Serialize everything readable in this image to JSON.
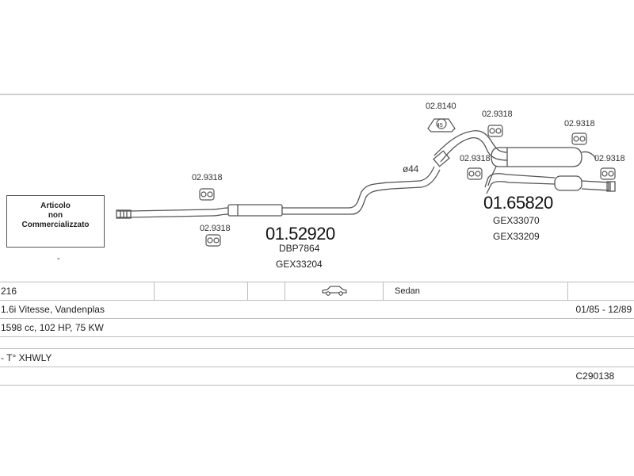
{
  "diagram": {
    "part_codes": {
      "clamp_left_top": "02.9318",
      "clamp_left_bottom": "02.9318",
      "rubber_ring": "02.8140",
      "clamp_rear_top": "02.9318",
      "clamp_rear_right": "02.9318",
      "clamp_rear_mid": "02.9318",
      "clamp_rear_far": "02.9318",
      "ring_badge": "45"
    },
    "diameter_label": "ø44",
    "middle_section": {
      "number": "01.52920",
      "refs": [
        "DBP7864",
        "GEX33204"
      ]
    },
    "rear_section": {
      "number": "01.65820",
      "refs": [
        "GEX33070",
        "GEX33209"
      ]
    },
    "notice_lines": [
      "Articolo",
      "non",
      "Commercializzato"
    ],
    "notice_dash": "-"
  },
  "info_table": {
    "model": "216",
    "body_type": "Sedan",
    "version": "1.6i Vitesse, Vandenplas",
    "period": "01/85 - 12/89",
    "engine": "1598 cc, 102 HP, 75 KW",
    "engine_code": "- T° XHWLY",
    "catalog_code": "C290138"
  },
  "colors": {
    "line": "#555555",
    "border": "#bdbdbd",
    "top_rule": "#cfcfcf"
  }
}
